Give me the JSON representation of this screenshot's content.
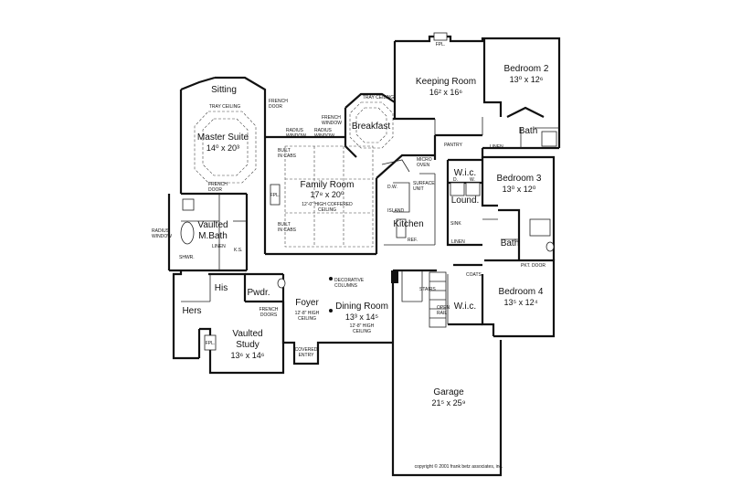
{
  "rooms": {
    "keeping": {
      "name": "Keeping Room",
      "dims": "16² x 16⁶"
    },
    "bedroom2": {
      "name": "Bedroom 2",
      "dims": "13⁰ x 12⁶"
    },
    "bath_upper": {
      "name": "Bath"
    },
    "sitting": {
      "name": "Sitting"
    },
    "master": {
      "name": "Master Suite",
      "dims": "14⁰ x 20³"
    },
    "breakfast": {
      "name": "Breakfast"
    },
    "family": {
      "name": "Family Room",
      "dims": "17⁸ x 20⁰"
    },
    "bedroom3": {
      "name": "Bedroom 3",
      "dims": "13⁰ x 12⁰"
    },
    "wic1": {
      "name": "W.i.c."
    },
    "laundry": {
      "name": "Lound."
    },
    "kitchen": {
      "name": "Kitchen"
    },
    "vaulted_bath": {
      "name": "Vaulted",
      "name2": "M.Bath"
    },
    "bath_lower": {
      "name": "Bath"
    },
    "his": {
      "name": "His"
    },
    "hers": {
      "name": "Hers"
    },
    "pwdr": {
      "name": "Pwdr."
    },
    "foyer": {
      "name": "Foyer"
    },
    "dining": {
      "name": "Dining Room",
      "dims": "13³ x 14⁵"
    },
    "wic2": {
      "name": "W.i.c."
    },
    "bedroom4": {
      "name": "Bedroom 4",
      "dims": "13⁵ x 12⁴"
    },
    "study": {
      "name": "Vaulted",
      "name2": "Study",
      "dims": "13⁶ x 14⁶"
    },
    "garage": {
      "name": "Garage",
      "dims": "21⁵ x 25⁹"
    }
  },
  "notes": {
    "fpl_top": "FPL.",
    "fpl_family": "FPL.",
    "fpl_study": "FPL.",
    "tray_master": "TRAY CEILING",
    "tray_breakfast": "TRAY CEILING",
    "french_door_top1": "FRENCH",
    "french_door_top2": "DOOR",
    "french_window1": "FRENCH",
    "french_window2": "WINDOW",
    "radius_window_top1": "RADIUS",
    "radius_window_top2": "WINDOW",
    "radius_window_top3": "RADIUS",
    "radius_window_top4": "WINDOW",
    "built_in_1": "BUILT",
    "built_in_2": "IN CABS",
    "built_in_3": "BUILT",
    "built_in_4": "IN CABS",
    "coffered_1": "12'-0\" HIGH COFFERED",
    "coffered_2": "CEILING",
    "pantry": "PANTRY",
    "micro1": "MICRO",
    "micro2": "OVEN",
    "surface1": "SURFACE",
    "surface2": "UNIT",
    "dw": "D.W.",
    "island": "ISLAND",
    "ref": "REF.",
    "sink": "SINK",
    "linen_top": "LINEN",
    "linen_mid": "LINEN",
    "linen_bath": "LINEN",
    "d_label": "D.",
    "w_label": "W.",
    "pkt_door": "PKT. DOOR",
    "coats": "COATS",
    "french_door_master1": "FRENCH",
    "french_door_master2": "DOOR",
    "radius_window_left1": "RADIUS",
    "radius_window_left2": "WINDOW",
    "shwr": "SHWR.",
    "ks": "K.S.",
    "decorative1": "DECORATIVE",
    "decorative2": "COLUMNS",
    "foyer_ceiling1": "12'-8\" HIGH",
    "foyer_ceiling2": "CEILING",
    "dining_ceiling1": "12'-8\" HIGH",
    "dining_ceiling2": "CEILING",
    "french_doors_study1": "FRENCH",
    "french_doors_study2": "DOORS",
    "covered1": "COVERED",
    "covered2": "ENTRY",
    "stairs": "STAIRS",
    "open_rail1": "OPEN",
    "open_rail2": "RAIL",
    "copyright": "copyright © 2001 frank betz associates, inc."
  }
}
